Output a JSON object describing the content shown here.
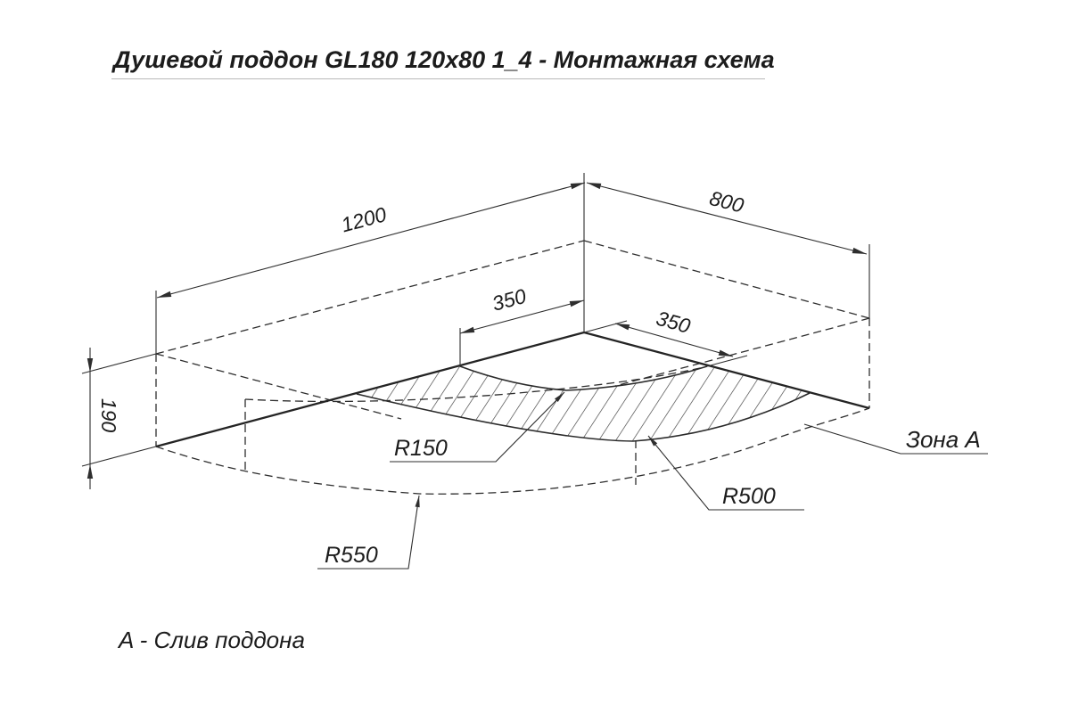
{
  "title": "Душевой поддон GL180 120x80 1_4 - Монтажная схема",
  "note": "A - Слив поддона",
  "dims": {
    "length": "1200",
    "width": "800",
    "left_offset": "350",
    "right_offset": "350",
    "height": "190"
  },
  "radii": {
    "inner": "R150",
    "middle": "R500",
    "outer": "R550"
  },
  "zone": {
    "label": "Зона A"
  },
  "colors": {
    "line": "#2e2e2e",
    "background": "#ffffff"
  }
}
